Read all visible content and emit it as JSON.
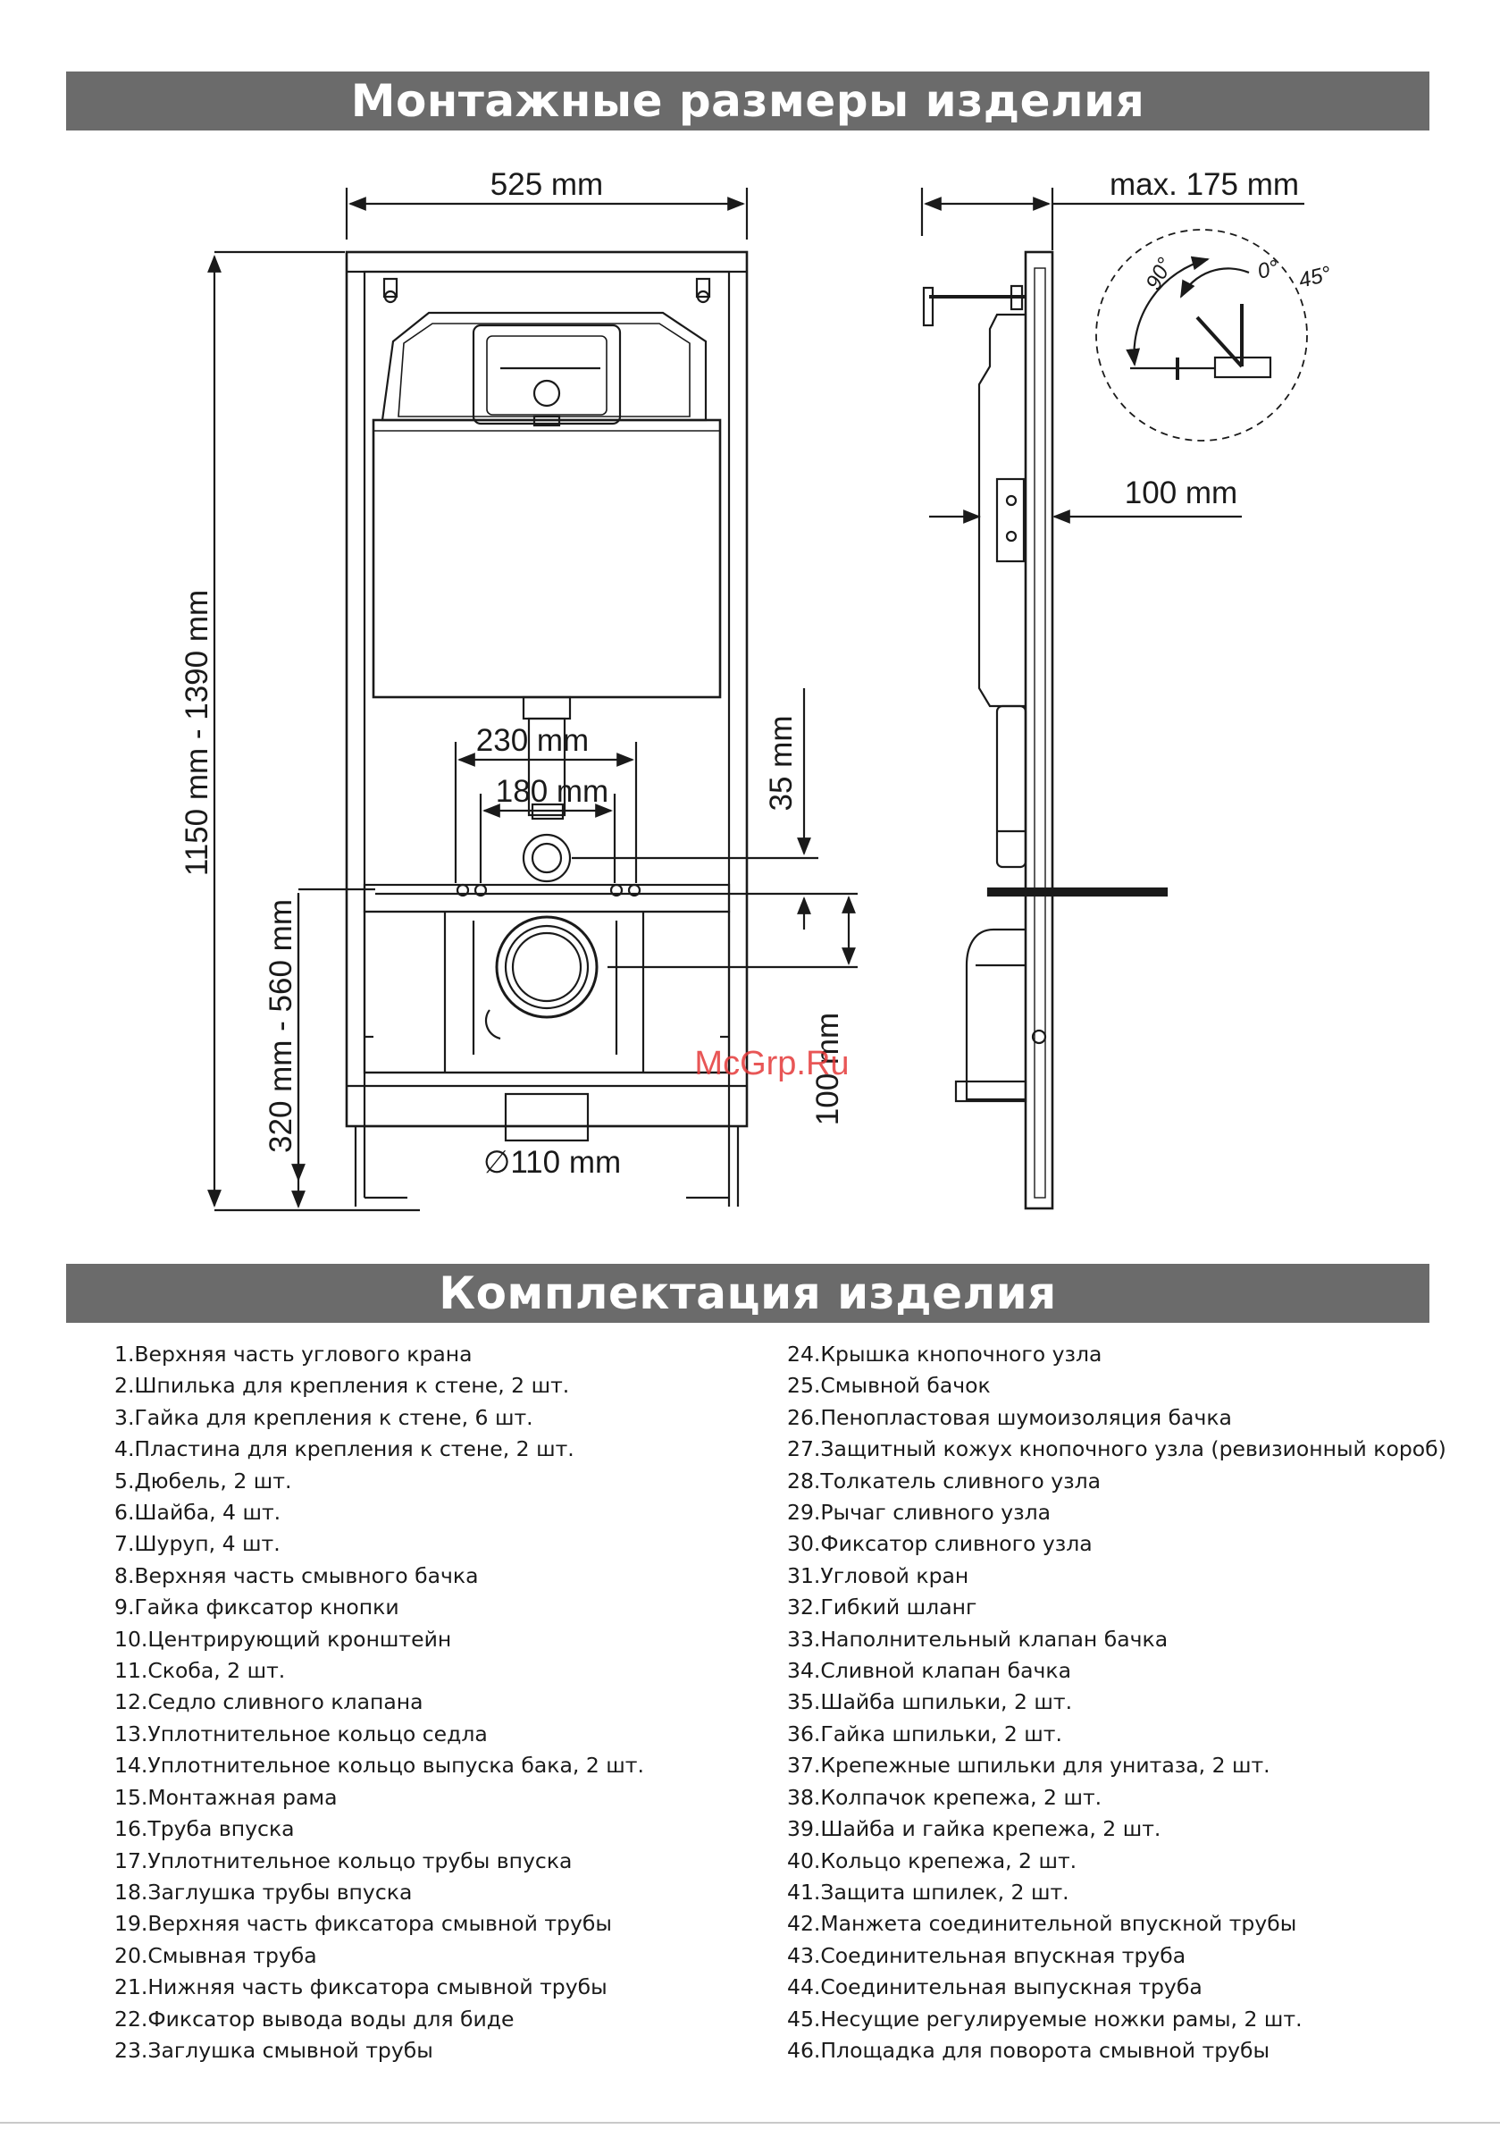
{
  "headings": {
    "dimensions": "Монтажные размеры изделия",
    "contents": "Комплектация изделия"
  },
  "drawing": {
    "width_label": "525 mm",
    "depth_label": "max. 175 mm",
    "angle_0": "0°",
    "angle_45": "45°",
    "angle_90": "90°",
    "wall_depth_label": "100 mm",
    "height_label": "1150 mm - 1390 mm",
    "bolt_spacing_outer": "230 mm",
    "bolt_spacing_inner": "180 mm",
    "offset_35": "35 mm",
    "outlet_height_label": "320 mm - 560 mm",
    "outlet_offset_100": "100 mm",
    "pipe_diameter": "∅110 mm",
    "watermark": "McGrp.Ru"
  },
  "parts_left": [
    "1.Верхняя часть углового крана",
    "2.Шпилька для крепления к стене, 2 шт.",
    "3.Гайка для крепления к стене, 6 шт.",
    "4.Пластина для крепления к стене, 2 шт.",
    "5.Дюбель, 2 шт.",
    "6.Шайба, 4 шт.",
    "7.Шуруп, 4 шт.",
    "8.Верхняя часть смывного бачка",
    "9.Гайка фиксатор кнопки",
    "10.Центрирующий кронштейн",
    "11.Скоба, 2 шт.",
    "12.Седло сливного клапана",
    "13.Уплотнительное кольцо седла",
    "14.Уплотнительное кольцо выпуска бака, 2 шт.",
    "15.Монтажная рама",
    "16.Труба впуска",
    "17.Уплотнительное кольцо трубы впуска",
    "18.Заглушка трубы впуска",
    "19.Верхняя часть фиксатора смывной трубы",
    "20.Смывная труба",
    "21.Нижняя часть фиксатора смывной трубы",
    "22.Фиксатор вывода воды для биде",
    "23.Заглушка смывной трубы"
  ],
  "parts_right": [
    "24.Крышка кнопочного узла",
    "25.Смывной бачок",
    "26.Пенопластовая шумоизоляция бачка",
    "27.Защитный кожух кнопочного узла (ревизионный короб)",
    "28.Толкатель сливного узла",
    "29.Рычаг сливного узла",
    "30.Фиксатор сливного узла",
    "31.Угловой кран",
    "32.Гибкий шланг",
    "33.Наполнительный клапан бачка",
    "34.Сливной клапан бачка",
    "35.Шайба шпильки, 2 шт.",
    "36.Гайка шпильки, 2 шт.",
    "37.Крепежные шпильки для унитаза, 2 шт.",
    "38.Колпачок крепежа, 2 шт.",
    "39.Шайба и гайка крепежа, 2 шт.",
    "40.Кольцо крепежа, 2 шт.",
    "41.Защита шпилек, 2 шт.",
    "42.Манжета соединительной впускной трубы",
    "43.Соединительная впускная труба",
    "44.Соединительная выпускная труба",
    "45.Несущие регулируемые ножки рамы, 2 шт.",
    "46.Площадка для поворота смывной трубы"
  ]
}
